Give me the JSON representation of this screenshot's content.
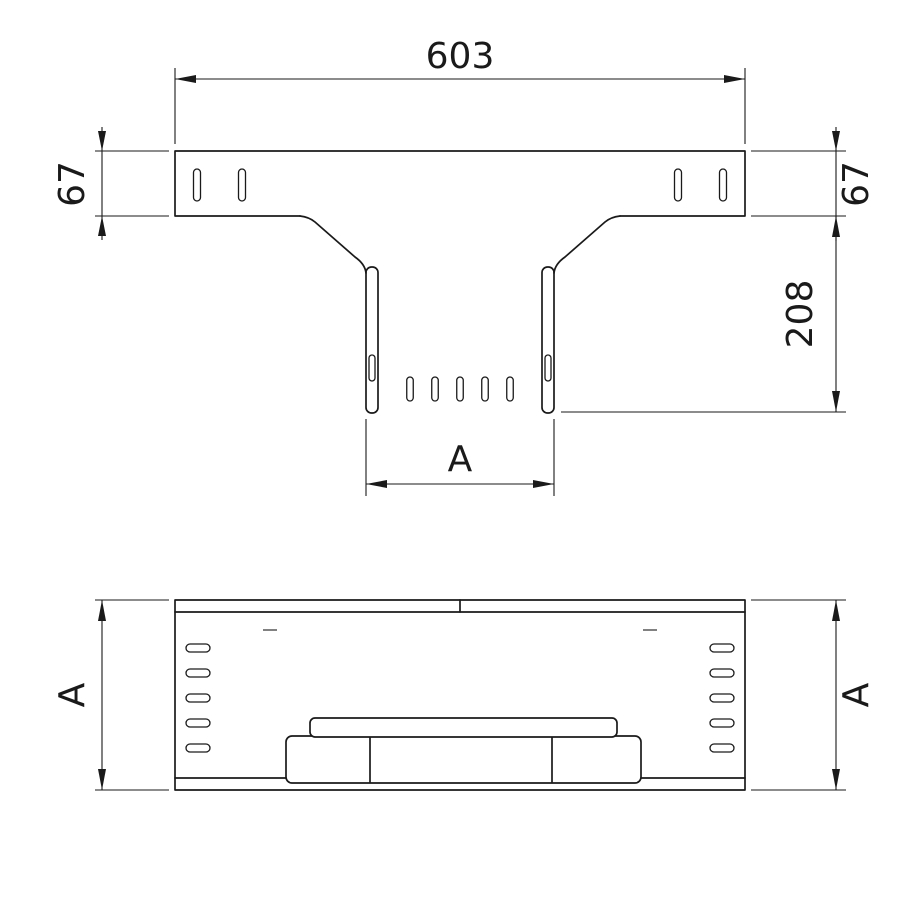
{
  "drawing": {
    "background": "#ffffff",
    "line_color": "#1a1a1a"
  },
  "top_view": {
    "dim_overall_width": "603",
    "dim_flange_left": "67",
    "dim_flange_right": "67",
    "dim_branch_depth": "208",
    "dim_branch_width": "A"
  },
  "front_view": {
    "dim_height_left": "A",
    "dim_height_right": "A"
  }
}
